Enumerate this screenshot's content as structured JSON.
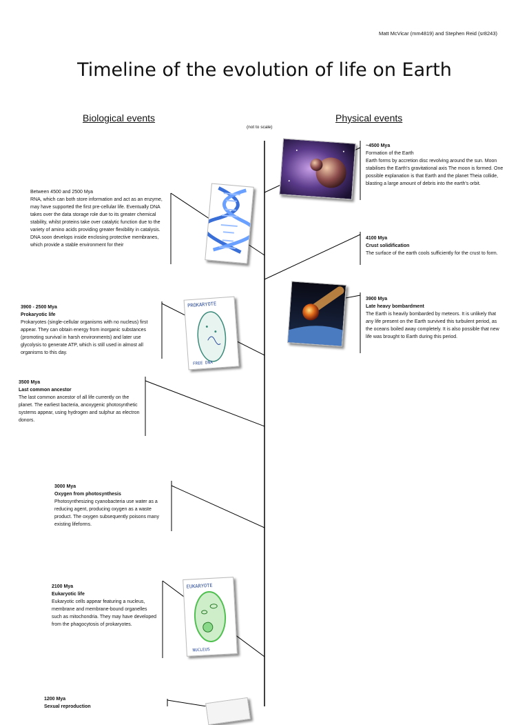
{
  "authors": "Matt McVicar (mm4819) and Stephen Reid (sr8243)",
  "title": "Timeline of the evolution of life on Earth",
  "columns": {
    "biological": "Biological events",
    "physical": "Physical events",
    "scale_note": "(not to scale)"
  },
  "biological_events": [
    {
      "date": "Between 4500 and 2500 Mya",
      "name": "",
      "description": "RNA, which can both store information and act as an enzyme, may have supported the first pre-cellular life. Eventually DNA takes over the data storage role due to its greater chemical stability, whilst proteins take over catalytic function due to the variety of amino acids providing greater flexibility in catalysis. DNA soon develops inside enclosing protective membranes, which provide a stable environment for their"
    },
    {
      "date": "3900 - 2500 Mya",
      "name": "Prokaryotic life",
      "description": "Prokaryotes (single-cellular organisms with no nucleus) first appear. They can obtain energy from inorganic substances (promoting survival in harsh environments) and later use glycolysis to generate ATP, which is still used in almost all organisms to this day."
    },
    {
      "date": "3500 Mya",
      "name": "Last common ancestor",
      "description": "The last common ancestor of all life currently on the planet. The earliest bacteria, anoxygenic photosynthetic systems appear, using hydrogen and sulphur as electron donors."
    },
    {
      "date": "3000 Mya",
      "name": "Oxygen from photosynthesis",
      "description": "Photosynthesizing cyanobacteria use water as a reducing agent, producing oxygen as a waste product. The oxygen subsequently poisons many existing lifeforms."
    },
    {
      "date": "2100 Mya",
      "name": "Eukaryotic life",
      "description": "Eukaryotic cells appear featuring a nucleus, membrane and membrane-bound organelles such as mitochondria. They may have developed from the phagocytosis of prokaryotes."
    },
    {
      "date": "1200 Mya",
      "name": "Sexual reproduction",
      "description": ""
    }
  ],
  "physical_events": [
    {
      "date": "~4500 Mya",
      "name": "Formation of the Earth",
      "description": "Earth forms by accretion disc revolving around the sun. Moon stabilises the Earth's gravitational axis The moon is formed. One possible explanation is that Earth and the planet Theia collide, blasting a large amount of debris into the earth's orbit."
    },
    {
      "date": "4100 Mya",
      "name": "Crust solidification",
      "description": "The surface of the earth cools sufficiently for the crust to form."
    },
    {
      "date": "3900 Mya",
      "name": "Late heavy bombardment",
      "description": "The Earth is heavily bombarded by meteors. It is unlikely that any life present on the Earth survived this turbulent period, as the oceans boiled away completely. It is also possible that new life was brought to Earth during this period."
    }
  ],
  "card_labels": {
    "prokaryote": "PROKARYOTE",
    "free_dna": "FREE DNA",
    "eukaryote": "EUKARYOTE",
    "nucleus": "NUCLEUS"
  },
  "colors": {
    "dna_blue": "#3a6fd8",
    "cell_green": "#4fbf4f",
    "space_purple": "#5a3a8a",
    "meteor_orange": "#e06a1a"
  }
}
